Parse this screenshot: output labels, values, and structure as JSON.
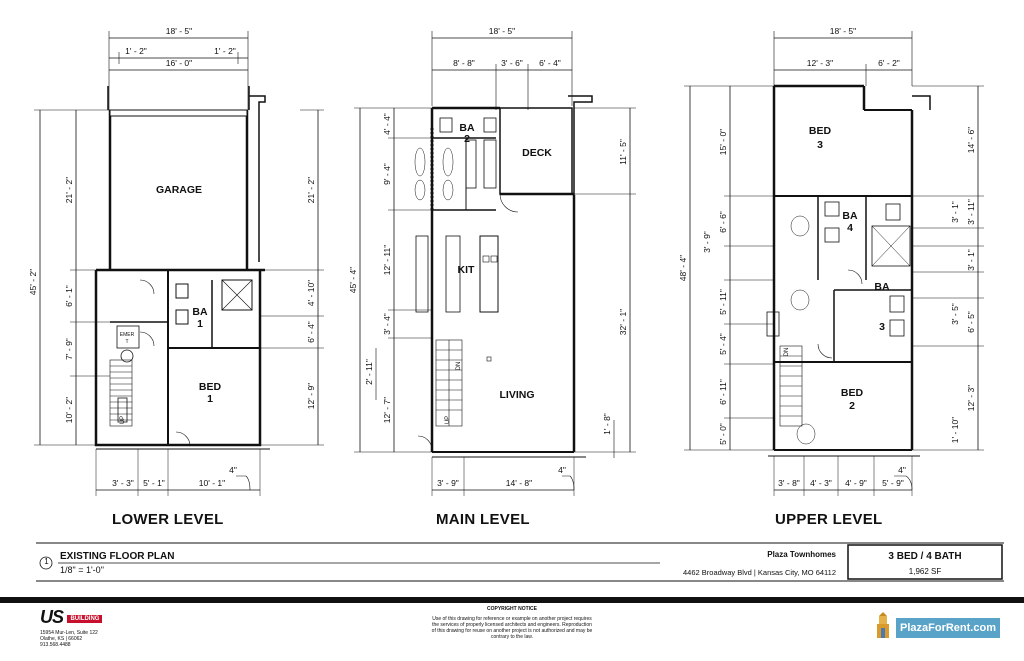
{
  "levels": {
    "lower": {
      "title": "LOWER LEVEL",
      "rooms": {
        "garage": "GARAGE",
        "ba_a": "BA",
        "ba_b": "1",
        "bed_a": "BED",
        "bed_b": "1",
        "up": "UP",
        "emer": "EMER",
        "emer_b": "T"
      },
      "dims_top": [
        "18' - 5\"",
        "1' - 2\"",
        "1' - 2\"",
        "16' - 0\""
      ],
      "dims_left": [
        "45' - 2\"",
        "21' - 2\"",
        "6' - 1\"",
        "7' - 9\"",
        "10' - 2\""
      ],
      "dims_right": [
        "21' - 2\"",
        "4' - 10\"",
        "6' - 4\"",
        "12' - 9\""
      ],
      "dims_bottom": [
        "3' - 3\"",
        "5' - 1\"",
        "10' - 1\"",
        "4\""
      ]
    },
    "main": {
      "title": "MAIN LEVEL",
      "rooms": {
        "ba_a": "BA",
        "ba_b": "2",
        "deck": "DECK",
        "kit": "KIT",
        "living": "LIVING",
        "up": "UP",
        "dn": "DN"
      },
      "dims_top": [
        "18' - 5\"",
        "8' - 8\"",
        "3' - 6\"",
        "6' - 4\""
      ],
      "dims_left": [
        "45' - 4\"",
        "4' - 4\"",
        "9' - 4\"",
        "12' - 11\"",
        "3' - 4\"",
        "2' - 11\"",
        "12' - 7\""
      ],
      "dims_right": [
        "11' - 5\"",
        "32' - 1\"",
        "1' - 8\""
      ],
      "dims_bottom": [
        "3' - 9\"",
        "14' - 8\"",
        "4\""
      ]
    },
    "upper": {
      "title": "UPPER LEVEL",
      "rooms": {
        "bed3_a": "BED",
        "bed3_b": "3",
        "ba4_a": "BA",
        "ba4_b": "4",
        "ba3_a": "BA",
        "ba3_b": "3",
        "bed2_a": "BED",
        "bed2_b": "2",
        "dn": "DN"
      },
      "dims_top": [
        "18' - 5\"",
        "12' - 3\"",
        "6' - 2\""
      ],
      "dims_left": [
        "48' - 4\"",
        "15' - 0\"",
        "3' - 9\"",
        "6' - 6\"",
        "5' - 11\"",
        "5' - 4\"",
        "6' - 11\"",
        "5' - 0\""
      ],
      "dims_right": [
        "14' - 6\"",
        "3' - 1\"",
        "3' - 11\"",
        "3' - 1\"",
        "3' - 5\"",
        "6' - 5\"",
        "12' - 3\"",
        "1' - 10\""
      ],
      "dims_bottom": [
        "3' - 8\"",
        "4' - 3\"",
        "4' - 9\"",
        "5' - 9\"",
        "4\""
      ]
    }
  },
  "title_block": {
    "number": "1",
    "plan_title": "EXISTING FLOOR PLAN",
    "scale": "1/8\" = 1'-0\"",
    "project": "Plaza Townhomes",
    "address": "4462 Broadway Blvd | Kansas City, MO 64112",
    "unit_type": "3 BED / 4 BATH",
    "area": "1,962 SF"
  },
  "footer": {
    "logo_us": "US",
    "logo_tag": "BUILDING",
    "address_lines": [
      "15954 Mur-Len, Suite 122",
      "Olathe, KS | 66062",
      "913.568.4488"
    ],
    "notice_title": "COPYRIGHT NOTICE",
    "notice_text": "Use of this drawing for reference or example on another project requires the services of properly licensed architects and engineers. Reproduction of this drawing for reuse on another project is not authorized and may be contrary to the law.",
    "brand": "PlazaForRent.com"
  }
}
